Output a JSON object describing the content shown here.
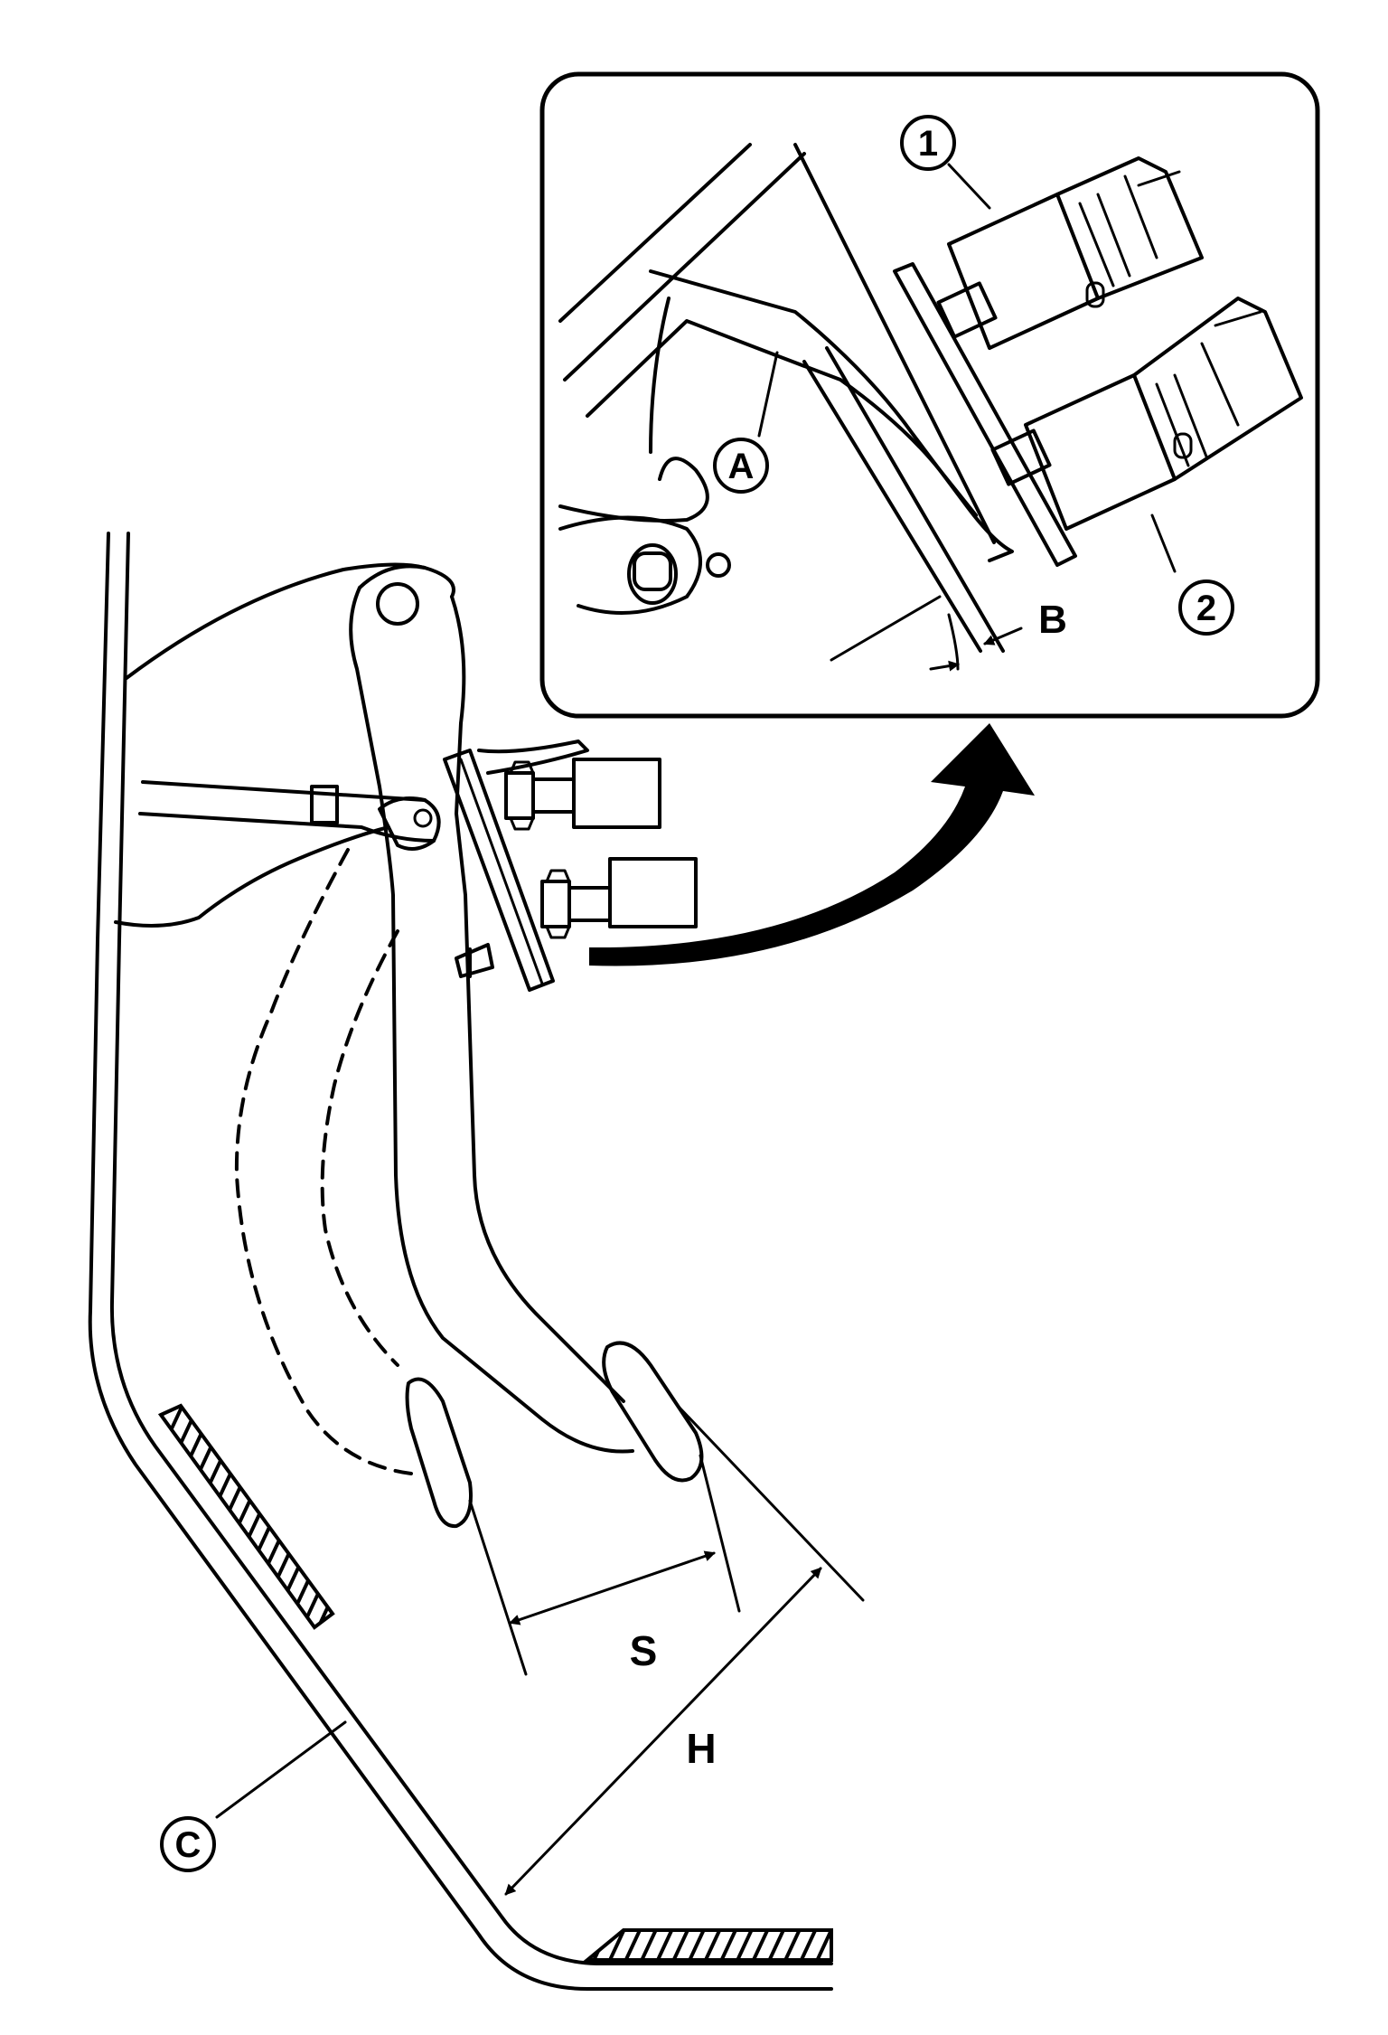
{
  "diagram": {
    "callouts": {
      "part_1": "1",
      "part_2": "2",
      "a": "A",
      "b": "B",
      "c": "C"
    },
    "dimensions": {
      "s": "S",
      "h": "H"
    }
  },
  "colors": {
    "ink": "#000000",
    "background": "#ffffff"
  }
}
